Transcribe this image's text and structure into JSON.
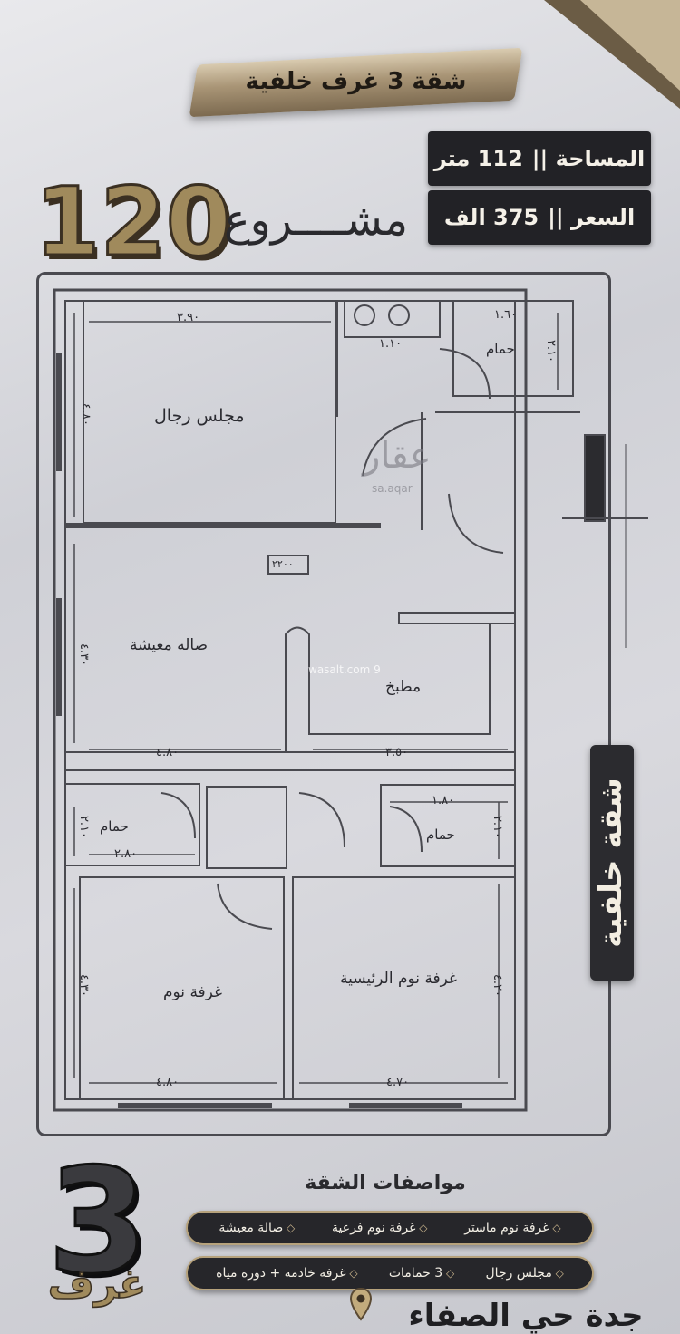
{
  "header": {
    "ribbon_title": "شقة 3 غرف خلفية",
    "area_label": "المساحة ||",
    "area_value": "112 متر",
    "price_label": "السعر ||",
    "price_value": "375 الف",
    "project_number": "120",
    "project_word": "مشــــروع"
  },
  "plan": {
    "rooms": {
      "majlis": "مجلس رجال",
      "living": "صاله معيشة",
      "kitchen": "مطبخ",
      "bath_top": "حمام",
      "bath_left": "حمام",
      "bath_right": "حمام",
      "bedroom": "غرفة نوم",
      "master": "غرفة نوم الرئيسية"
    },
    "dims": {
      "majlis_w": "٣.٩٠",
      "majlis_h": "٤.٨٠",
      "laundry_w": "١.١٠",
      "bath_top_w": "١.٦٠",
      "bath_top_h": "٢.١٠",
      "living_h": "٤.٣٠",
      "living_w": "٤.٨٠",
      "kitchen_w": "٣.٥٠",
      "bath_left_h": "٢.١٠",
      "bath_left_w": "٢.٨٠",
      "bath_right_w": "١.٨٠",
      "bath_right_h": "٢.١٠",
      "bedroom_h": "٤.٣٠",
      "bedroom_w": "٤.٨٠",
      "master_h": "٤.٢٠",
      "master_w": "٤.٧٠",
      "ac_tag": "٢٢٠٠"
    },
    "watermarks": {
      "aqar": "عقار",
      "aqar_domain": "sa.aqar",
      "wasalt": "wasalt.com 9"
    }
  },
  "side_badge": "شقة خلفية",
  "specs": {
    "rooms_count": "3",
    "rooms_word": "غرف",
    "title": "مواصفات الشقة",
    "row1": [
      "غرفة نوم ماستر",
      "غرفة نوم فرعية",
      "صالة معيشة"
    ],
    "row2": [
      "مجلس رجال",
      "3 حمامات",
      "غرفة خادمة + دورة مياه"
    ]
  },
  "location": "جدة حي الصفاء",
  "colors": {
    "gold": "#a08a5c",
    "dark": "#26262a",
    "wall": "#4a4a50"
  },
  "icons": {
    "location": "location-pin-icon"
  }
}
